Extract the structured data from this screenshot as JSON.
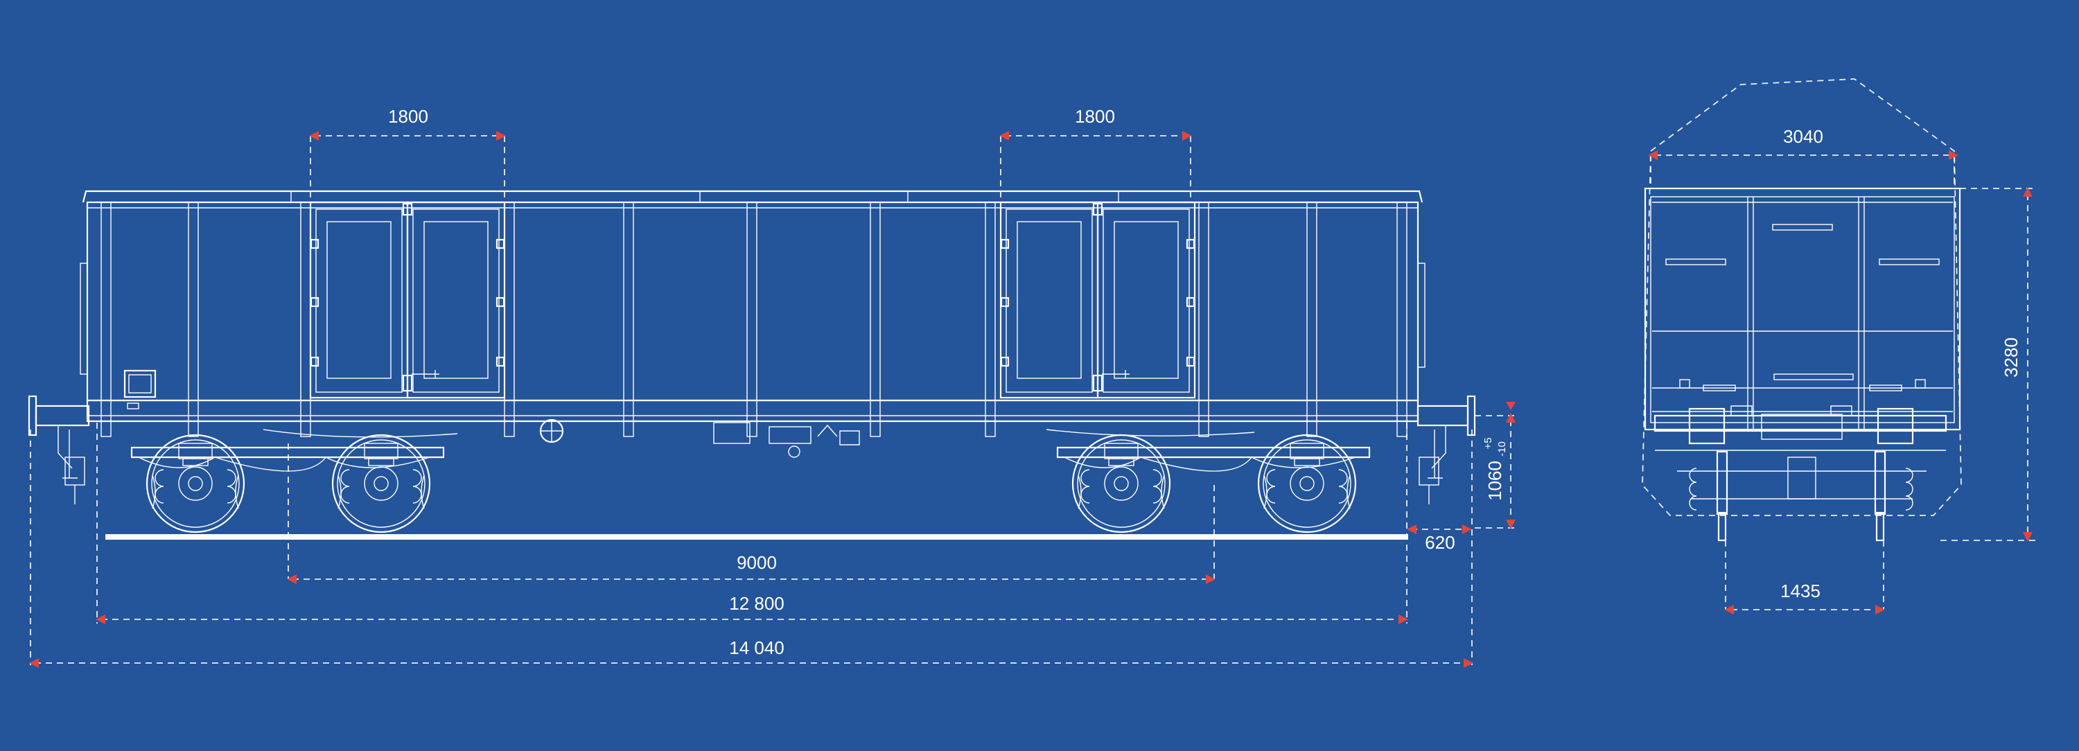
{
  "colors": {
    "background": "#24549a",
    "line": "#ffffff",
    "arrow": "#e0463c"
  },
  "dimensions": {
    "door_left_width": "1800",
    "door_right_width": "1800",
    "bogie_center_distance": "9000",
    "body_length": "12 800",
    "overall_length": "14 040",
    "buffer_height": "1060",
    "buffer_tolerance_plus": "+5",
    "buffer_tolerance_minus": "-10",
    "buffer_offset": "620",
    "end_view_width": "3040",
    "end_view_height": "3280",
    "track_gauge": "1435"
  }
}
